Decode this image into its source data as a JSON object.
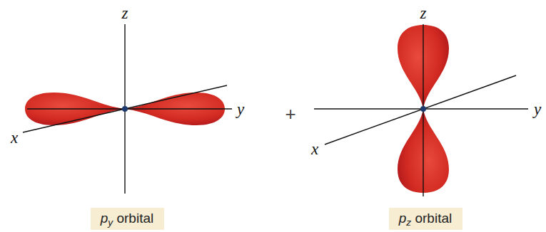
{
  "diagram": {
    "nodes": [
      {
        "text": [
          "py orbital"
        ]
      },
      {
        "text": [
          "pz orbital"
        ]
      }
    ],
    "labels": [
      "z",
      "y",
      "x",
      "+",
      "z",
      "y",
      "x"
    ]
  }
}
